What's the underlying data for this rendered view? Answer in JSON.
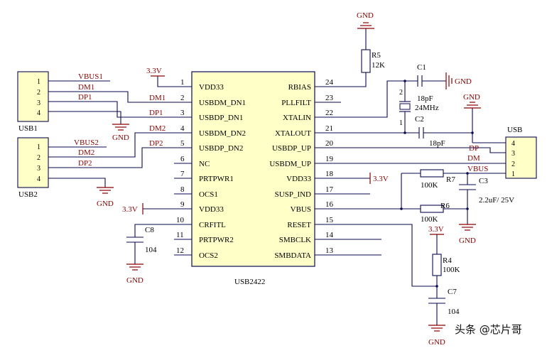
{
  "chip": {
    "name": "USB2422",
    "left_pins": [
      {
        "num": "1",
        "name": "VDD33"
      },
      {
        "num": "2",
        "name": "USBDM_DN1"
      },
      {
        "num": "3",
        "name": "USBDP_DN1"
      },
      {
        "num": "4",
        "name": "USBDM_DN2"
      },
      {
        "num": "5",
        "name": "USBDP_DN2"
      },
      {
        "num": "6",
        "name": "NC"
      },
      {
        "num": "7",
        "name": "PRTPWR1"
      },
      {
        "num": "8",
        "name": "OCS1"
      },
      {
        "num": "9",
        "name": "VDD33"
      },
      {
        "num": "10",
        "name": "CRFITL"
      },
      {
        "num": "11",
        "name": "PRTPWR2"
      },
      {
        "num": "12",
        "name": "OCS2"
      }
    ],
    "right_pins": [
      {
        "num": "24",
        "name": "RBIAS"
      },
      {
        "num": "23",
        "name": "PLLFILT"
      },
      {
        "num": "22",
        "name": "XTALIN"
      },
      {
        "num": "21",
        "name": "XTALOUT"
      },
      {
        "num": "20",
        "name": "USBDP_UP"
      },
      {
        "num": "19",
        "name": "USBDM_UP"
      },
      {
        "num": "18",
        "name": "VDD33"
      },
      {
        "num": "17",
        "name": "SUSP_IND"
      },
      {
        "num": "16",
        "name": "VBUS"
      },
      {
        "num": "15",
        "name": "RESET"
      },
      {
        "num": "14",
        "name": "SMBCLK"
      },
      {
        "num": "13",
        "name": "SMBDATA"
      }
    ]
  },
  "connectors": {
    "usb1": {
      "name": "USB1",
      "pins": [
        "1",
        "2",
        "3",
        "4"
      ]
    },
    "usb2": {
      "name": "USB2",
      "pins": [
        "1",
        "2",
        "3",
        "4"
      ]
    },
    "usb": {
      "name": "USB",
      "pins": [
        "4",
        "3",
        "2",
        "1"
      ]
    }
  },
  "nets": {
    "vbus1": "VBUS1",
    "dm1": "DM1",
    "dp1": "DP1",
    "vbus2": "VBUS2",
    "dm2": "DM2",
    "dp2": "DP2",
    "dp": "DP",
    "dm": "DM",
    "vbus": "VBUS",
    "supply": "3.3V",
    "gnd": "GND"
  },
  "components": {
    "r5": {
      "ref": "R5",
      "value": "12K"
    },
    "r4": {
      "ref": "R4",
      "value": "100K"
    },
    "r6": {
      "ref": "R6",
      "value": "100K"
    },
    "r7": {
      "ref": "R7",
      "value": "100K"
    },
    "c1": {
      "ref": "C1",
      "value": "18pF"
    },
    "c2": {
      "ref": "C2",
      "value": "18pF"
    },
    "c3": {
      "ref": "C3",
      "value": "2.2uF/ 25V"
    },
    "c7": {
      "ref": "C7",
      "value": "104"
    },
    "c8": {
      "ref": "C8",
      "value": "104"
    },
    "y1": {
      "value": "24MHz",
      "pin1": "1",
      "pin2": "2"
    }
  },
  "watermark": "头条 @芯片哥"
}
